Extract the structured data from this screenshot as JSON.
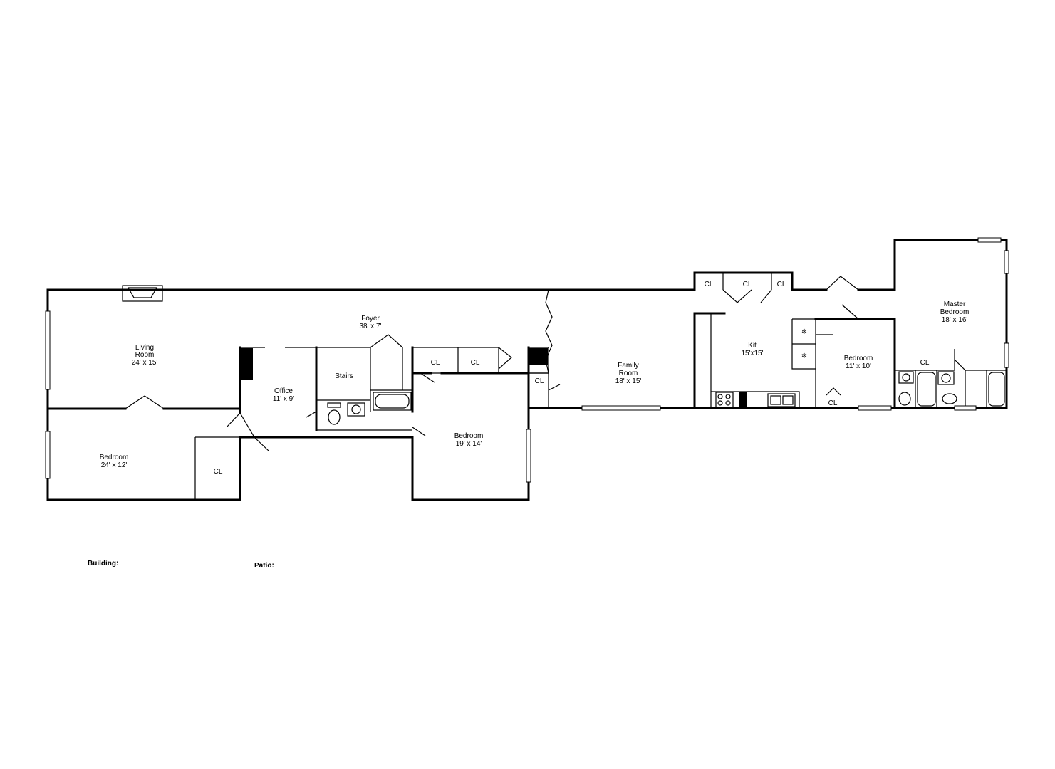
{
  "rooms": [
    {
      "id": "living",
      "name": "Living\nRoom",
      "dims": "24' x 15'"
    },
    {
      "id": "bedroom1",
      "name": "Bedroom",
      "dims": "24' x 12'"
    },
    {
      "id": "office",
      "name": "Office",
      "dims": "11' x 9'"
    },
    {
      "id": "foyer",
      "name": "Foyer",
      "dims": "38' x 7'"
    },
    {
      "id": "stairs",
      "name": "Stairs",
      "dims": ""
    },
    {
      "id": "bedroom2",
      "name": "Bedroom",
      "dims": "19' x 14'"
    },
    {
      "id": "family",
      "name": "Family\nRoom",
      "dims": "18' x 15'"
    },
    {
      "id": "kitchen",
      "name": "Kit",
      "dims": "15'x15'"
    },
    {
      "id": "bedroom3",
      "name": "Bedroom",
      "dims": "11' x 10'"
    },
    {
      "id": "master",
      "name": "Master\nBedroom",
      "dims": "18' x 16'"
    }
  ],
  "closet_label": "CL",
  "footer": {
    "building": "Building:",
    "patio": "Patio:"
  }
}
